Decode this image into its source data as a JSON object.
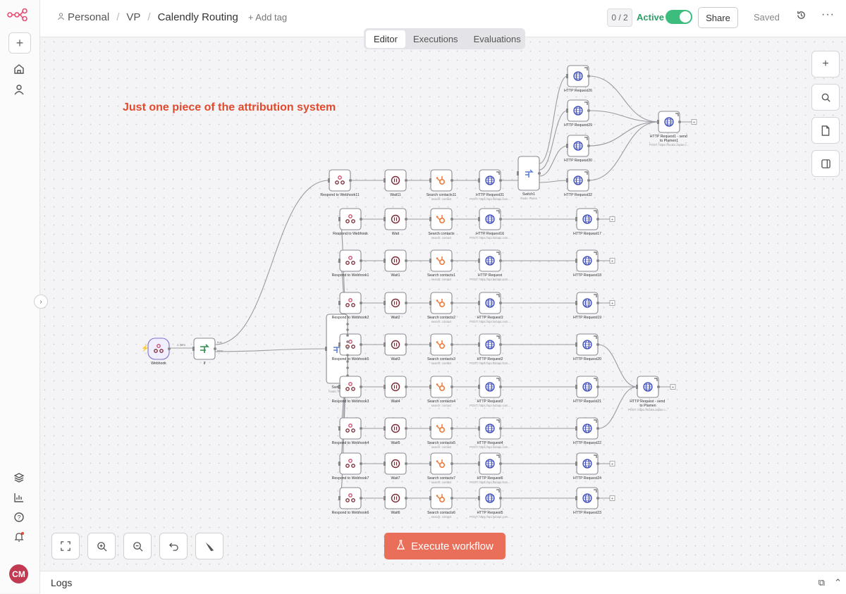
{
  "header": {
    "project": "Personal",
    "folder": "VP",
    "workflow_name": "Calendly Routing",
    "add_tag": "+ Add tag",
    "counter": "0 / 2",
    "active_label": "Active",
    "active": true,
    "share": "Share",
    "saved": "Saved"
  },
  "tabs": [
    "Editor",
    "Executions",
    "Evaluations"
  ],
  "canvas": {
    "note": "Just one piece of the attribution system",
    "execute_label": "Execute workflow"
  },
  "avatar": "CM",
  "logs_label": "Logs",
  "workflow": {
    "webhook": {
      "name": "Webhook",
      "edge_label": "1 item"
    },
    "if": {
      "name": "If",
      "outputs": [
        "true",
        "false"
      ]
    },
    "switch": {
      "name": "Switch",
      "subtitle": "mode: Rules"
    },
    "switch1": {
      "name": "Switch1",
      "subtitle": "mode: Rules"
    },
    "rows": [
      {
        "respond": "Respond to Webhook11",
        "wait": "Wait11",
        "search": "Search contacts11",
        "search_sub": "search: contact",
        "http": "HTTP Request31",
        "http_sub": "POST: https://api.hubapi.com..."
      },
      {
        "respond": "Respond to Webhook",
        "wait": "Wait",
        "search": "Search contacts",
        "search_sub": "search: contact",
        "http": "HTTP Request16",
        "http_sub": "POST: https://api.hubapi.com...",
        "http2": "HTTP Request17"
      },
      {
        "respond": "Respond to Webhook1",
        "wait": "Wait1",
        "search": "Search contacts1",
        "search_sub": "search: contact",
        "http": "HTTP Request",
        "http_sub": "POST: https://api.hubapi.com...",
        "http2": "HTTP Request18"
      },
      {
        "respond": "Respond to Webhook2",
        "wait": "Wait2",
        "search": "Search contacts2",
        "search_sub": "search: contact",
        "http": "HTTP Request1",
        "http_sub": "POST: https://api.hubapi.com...",
        "http2": "HTTP Request19"
      },
      {
        "respond": "Respond to Webhook5",
        "wait": "Wait3",
        "search": "Search contacts3",
        "search_sub": "search: contact",
        "http": "HTTP Request2",
        "http_sub": "POST: https://api.hubapi.com...",
        "http2": "HTTP Request20"
      },
      {
        "respond": "Respond to Webhook3",
        "wait": "Wait4",
        "search": "Search contacts4",
        "search_sub": "search: contact",
        "http": "HTTP Request3",
        "http_sub": "POST: https://api.hubapi.com...",
        "http2": "HTTP Request21"
      },
      {
        "respond": "Respond to Webhook4",
        "wait": "Wait5",
        "search": "Search contacts5",
        "search_sub": "search: contact",
        "http": "HTTP Request4",
        "http_sub": "POST: https://api.hubapi.com...",
        "http2": "HTTP Request22"
      },
      {
        "respond": "Respond to Webhook7",
        "wait": "Wait7",
        "search": "Search contacts7",
        "search_sub": "search: contact",
        "http": "HTTP Request6",
        "http_sub": "POST: https://api.hubapi.com...",
        "http2": "HTTP Request24"
      },
      {
        "respond": "Respond to Webhook6",
        "wait": "Wait6",
        "search": "Search contacts6",
        "search_sub": "search: contact",
        "http": "HTTP Request5",
        "http_sub": "POST: https://api.hubapi.com...",
        "http2": "HTTP Request23"
      }
    ],
    "branch_top": [
      "HTTP Request26",
      "HTTP Request29",
      "HTTP Request30",
      "HTTP Request32"
    ],
    "send_top": {
      "name": "HTTP Request1 - send to Plamen1",
      "sub": "POST: https://hooks.zapier.c..."
    },
    "send_bottom": {
      "name": "HTTP Request - send to Plamen",
      "sub": "POST: https://hooks.zapier.c..."
    }
  },
  "colors": {
    "accent": "#ea6f5a",
    "active": "#3dbd7d",
    "note": "#e24a2e"
  }
}
